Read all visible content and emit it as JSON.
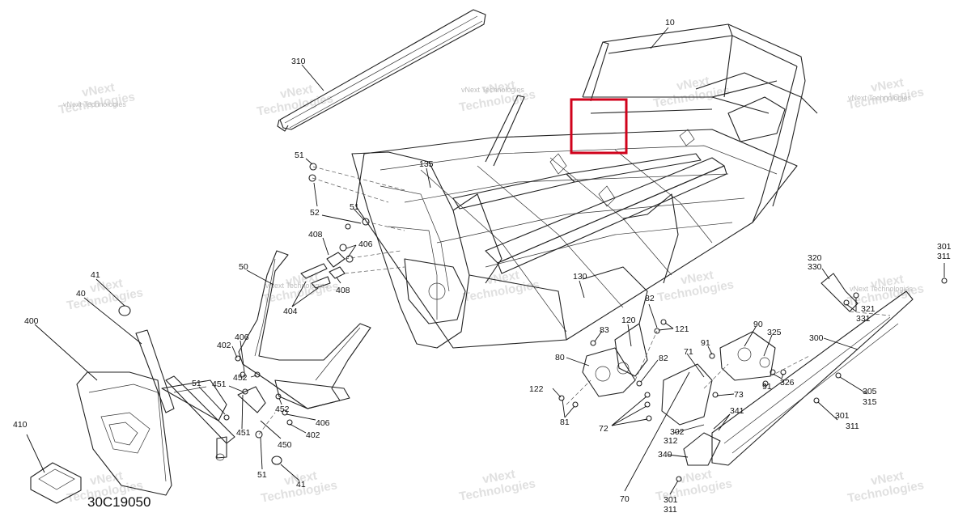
{
  "diagram": {
    "code": "30C19050",
    "watermark": {
      "line1": "vNext",
      "line2": "Technologies",
      "inline": "vNext Technologies"
    },
    "highlight_color": "#d0021b",
    "callouts": [
      {
        "id": "c10",
        "text": "10"
      },
      {
        "id": "c310",
        "text": "310"
      },
      {
        "id": "c135",
        "text": "135"
      },
      {
        "id": "c51a",
        "text": "51"
      },
      {
        "id": "c52",
        "text": "52"
      },
      {
        "id": "c51b",
        "text": "51"
      },
      {
        "id": "c408a",
        "text": "408"
      },
      {
        "id": "c406a",
        "text": "406"
      },
      {
        "id": "c408b",
        "text": "408"
      },
      {
        "id": "c404",
        "text": "404"
      },
      {
        "id": "c50",
        "text": "50"
      },
      {
        "id": "c41a",
        "text": "41"
      },
      {
        "id": "c40",
        "text": "40"
      },
      {
        "id": "c400",
        "text": "400"
      },
      {
        "id": "c402a",
        "text": "402"
      },
      {
        "id": "c406b",
        "text": "406"
      },
      {
        "id": "c452a",
        "text": "452"
      },
      {
        "id": "c451a",
        "text": "451"
      },
      {
        "id": "c51c",
        "text": "51"
      },
      {
        "id": "c452b",
        "text": "452"
      },
      {
        "id": "c406c",
        "text": "406"
      },
      {
        "id": "c402b",
        "text": "402"
      },
      {
        "id": "c451b",
        "text": "451"
      },
      {
        "id": "c450",
        "text": "450"
      },
      {
        "id": "c51d",
        "text": "51"
      },
      {
        "id": "c41b",
        "text": "41"
      },
      {
        "id": "c410",
        "text": "410"
      },
      {
        "id": "c130",
        "text": "130"
      },
      {
        "id": "c82a",
        "text": "82"
      },
      {
        "id": "c121",
        "text": "121"
      },
      {
        "id": "c120",
        "text": "120"
      },
      {
        "id": "c83",
        "text": "83"
      },
      {
        "id": "c80",
        "text": "80"
      },
      {
        "id": "c82b",
        "text": "82"
      },
      {
        "id": "c71",
        "text": "71"
      },
      {
        "id": "c122",
        "text": "122"
      },
      {
        "id": "c81",
        "text": "81"
      },
      {
        "id": "c72",
        "text": "72"
      },
      {
        "id": "c73",
        "text": "73"
      },
      {
        "id": "c91a",
        "text": "91"
      },
      {
        "id": "c90",
        "text": "90"
      },
      {
        "id": "c325",
        "text": "325"
      },
      {
        "id": "c326",
        "text": "326"
      },
      {
        "id": "c91b",
        "text": "91"
      },
      {
        "id": "c341",
        "text": "341"
      },
      {
        "id": "c302",
        "text": "302"
      },
      {
        "id": "c312",
        "text": "312"
      },
      {
        "id": "c340",
        "text": "340"
      },
      {
        "id": "c70",
        "text": "70"
      },
      {
        "id": "c301a",
        "text": "301"
      },
      {
        "id": "c311a",
        "text": "311"
      },
      {
        "id": "c320",
        "text": "320"
      },
      {
        "id": "c330",
        "text": "330"
      },
      {
        "id": "c321",
        "text": "321"
      },
      {
        "id": "c331",
        "text": "331"
      },
      {
        "id": "c301b",
        "text": "301"
      },
      {
        "id": "c311b",
        "text": "311"
      },
      {
        "id": "c300",
        "text": "300"
      },
      {
        "id": "c305",
        "text": "305"
      },
      {
        "id": "c315",
        "text": "315"
      },
      {
        "id": "c301c",
        "text": "301"
      },
      {
        "id": "c311c",
        "text": "311"
      }
    ]
  }
}
